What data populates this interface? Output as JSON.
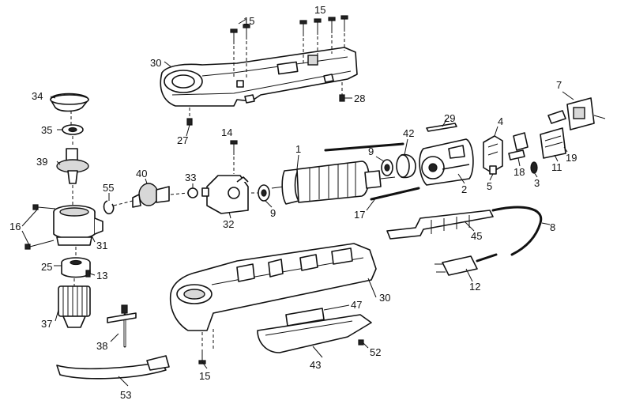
{
  "callouts": [
    {
      "label": "15",
      "part": "upper-housing-screws-left"
    },
    {
      "label": "15",
      "part": "upper-housing-screws-right"
    },
    {
      "label": "30",
      "part": "upper-housing"
    },
    {
      "label": "28",
      "part": "housing-nut"
    },
    {
      "label": "27",
      "part": "housing-nut-left"
    },
    {
      "label": "34",
      "part": "gear-cover-cap"
    },
    {
      "label": "35",
      "part": "retaining-ring"
    },
    {
      "label": "39",
      "part": "spindle-gear"
    },
    {
      "label": "14",
      "part": "bearing-screw"
    },
    {
      "label": "1",
      "part": "armature"
    },
    {
      "label": "9",
      "part": "bearing-upper"
    },
    {
      "label": "42",
      "part": "fan-baffle"
    },
    {
      "label": "29",
      "part": "brush-spring"
    },
    {
      "label": "4",
      "part": "brush-holder"
    },
    {
      "label": "7",
      "part": "switch"
    },
    {
      "label": "40",
      "part": "pinion-gear"
    },
    {
      "label": "33",
      "part": "bearing-ball"
    },
    {
      "label": "55",
      "part": "spring-clip"
    },
    {
      "label": "16",
      "part": "gear-case-screws"
    },
    {
      "label": "31",
      "part": "gear-case"
    },
    {
      "label": "32",
      "part": "bearing-bracket"
    },
    {
      "label": "9",
      "part": "bearing-lower"
    },
    {
      "label": "2",
      "part": "field"
    },
    {
      "label": "5",
      "part": "brush"
    },
    {
      "label": "18",
      "part": "terminal"
    },
    {
      "label": "3",
      "part": "brush-cap"
    },
    {
      "label": "11",
      "part": "switch-lever"
    },
    {
      "label": "19",
      "part": "switch-contact"
    },
    {
      "label": "17",
      "part": "field-screw"
    },
    {
      "label": "8",
      "part": "power-cord"
    },
    {
      "label": "45",
      "part": "cord-protector"
    },
    {
      "label": "25",
      "part": "chuck-collar"
    },
    {
      "label": "13",
      "part": "chuck-screw"
    },
    {
      "label": "12",
      "part": "plug"
    },
    {
      "label": "30",
      "part": "lower-housing"
    },
    {
      "label": "47",
      "part": "nameplate"
    },
    {
      "label": "37",
      "part": "chuck"
    },
    {
      "label": "38",
      "part": "chuck-key"
    },
    {
      "label": "15",
      "part": "lower-housing-screws"
    },
    {
      "label": "43",
      "part": "handle-cover"
    },
    {
      "label": "52",
      "part": "cover-screw"
    },
    {
      "label": "53",
      "part": "chuck-key-holder"
    }
  ]
}
